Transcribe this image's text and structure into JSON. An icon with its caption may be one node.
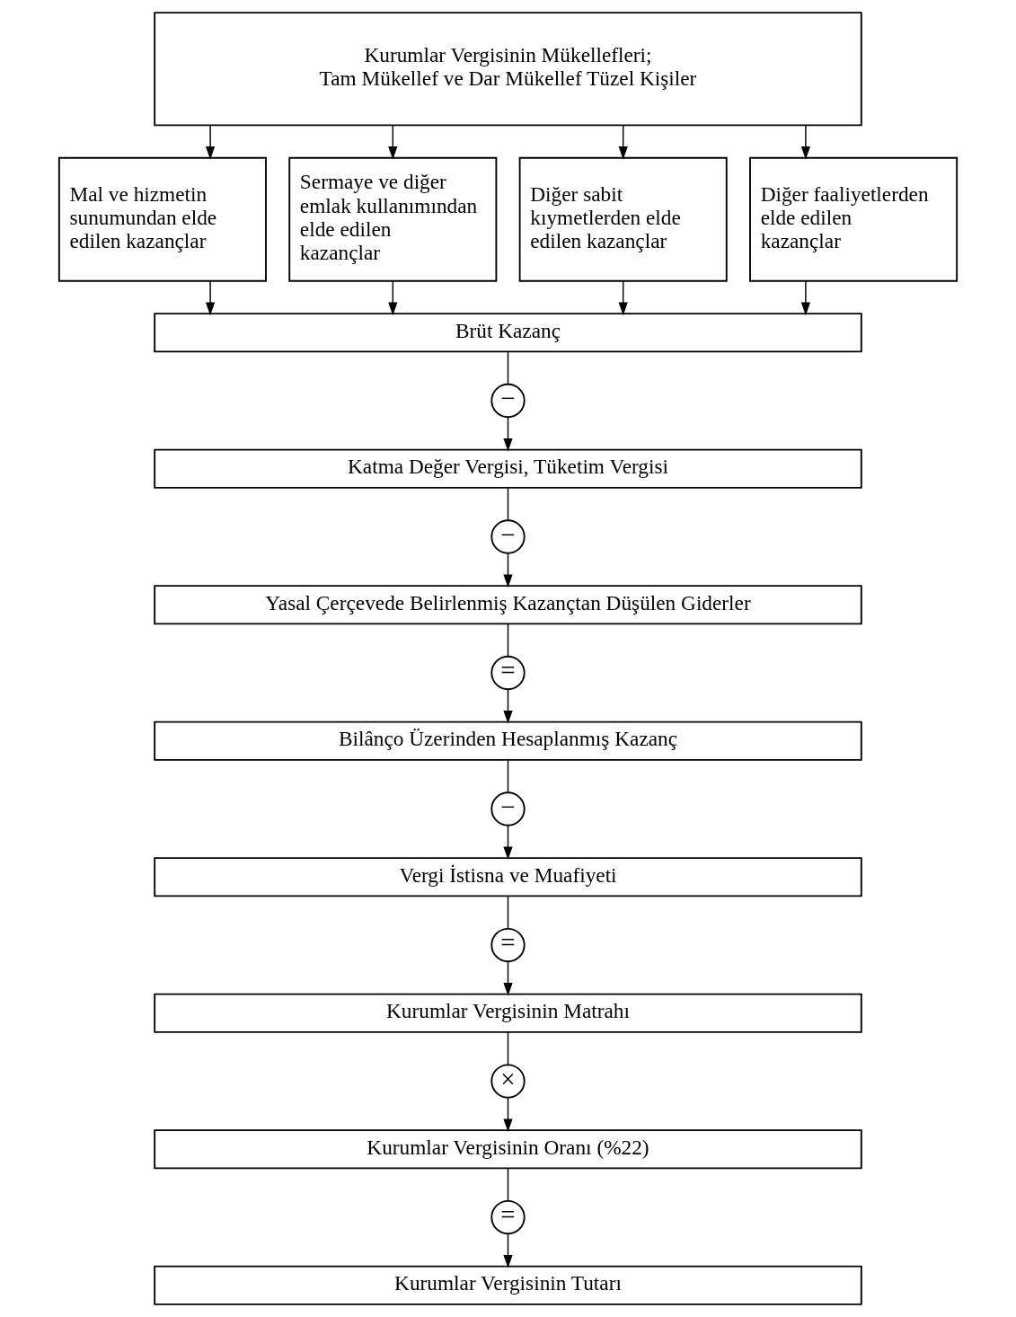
{
  "diagram": {
    "nodes": [
      {
        "text": [
          "Kurumlar Vergisinin Mükellefleri;",
          "Tam Mükellef ve Dar Mükellef Tüzel Kişiler"
        ]
      },
      {
        "text": [
          "Mal ve hizmetin sunumundan elde edilen kazançlar"
        ]
      },
      {
        "text": [
          "Sermaye ve diğer emlak kullanımından elde edilen kazançlar"
        ]
      },
      {
        "text": [
          "Diğer sabit kıymetlerden elde edilen kazançlar"
        ]
      },
      {
        "text": [
          "Diğer faaliyetlerden elde edilen kazançlar"
        ]
      },
      {
        "text": [
          "Brüt Kazanç"
        ]
      },
      {
        "text": [
          "−"
        ]
      },
      {
        "text": [
          "Katma Değer Vergisi, Tüketim Vergisi"
        ]
      },
      {
        "text": [
          "−"
        ]
      },
      {
        "text": [
          "Yasal Çerçevede Belirlenmiş Kazançtan Düşülen Giderler"
        ]
      },
      {
        "text": [
          "="
        ]
      },
      {
        "text": [
          "Bilânço Üzerinden Hesaplanmış Kazanç"
        ]
      },
      {
        "text": [
          "−"
        ]
      },
      {
        "text": [
          "Vergi İstisna ve Muafiyeti"
        ]
      },
      {
        "text": [
          "="
        ]
      },
      {
        "text": [
          "Kurumlar Vergisinin Matrahı"
        ]
      },
      {
        "text": [
          "×"
        ]
      },
      {
        "text": [
          "Kurumlar Vergisinin Oranı (%22)"
        ]
      },
      {
        "text": [
          "="
        ]
      },
      {
        "text": [
          "Kurumlar Vergisinin Tutarı"
        ]
      }
    ],
    "edges": [
      {
        "from": 0,
        "to": 1,
        "arrow": "to"
      },
      {
        "from": 0,
        "to": 2,
        "arrow": "to"
      },
      {
        "from": 0,
        "to": 3,
        "arrow": "to"
      },
      {
        "from": 0,
        "to": 4,
        "arrow": "to"
      },
      {
        "from": 1,
        "to": 5,
        "arrow": "to"
      },
      {
        "from": 2,
        "to": 5,
        "arrow": "to"
      },
      {
        "from": 3,
        "to": 5,
        "arrow": "to"
      },
      {
        "from": 4,
        "to": 5,
        "arrow": "to"
      },
      {
        "from": 5,
        "to": 6,
        "arrow": "none"
      },
      {
        "from": 6,
        "to": 7,
        "arrow": "to"
      },
      {
        "from": 7,
        "to": 8,
        "arrow": "none"
      },
      {
        "from": 8,
        "to": 9,
        "arrow": "to"
      },
      {
        "from": 9,
        "to": 10,
        "arrow": "none"
      },
      {
        "from": 10,
        "to": 11,
        "arrow": "to"
      },
      {
        "from": 11,
        "to": 12,
        "arrow": "none"
      },
      {
        "from": 12,
        "to": 13,
        "arrow": "to"
      },
      {
        "from": 13,
        "to": 14,
        "arrow": "none"
      },
      {
        "from": 14,
        "to": 15,
        "arrow": "to"
      },
      {
        "from": 15,
        "to": 16,
        "arrow": "none"
      },
      {
        "from": 16,
        "to": 17,
        "arrow": "to"
      },
      {
        "from": 17,
        "to": 18,
        "arrow": "none"
      },
      {
        "from": 18,
        "to": 19,
        "arrow": "to"
      }
    ]
  }
}
